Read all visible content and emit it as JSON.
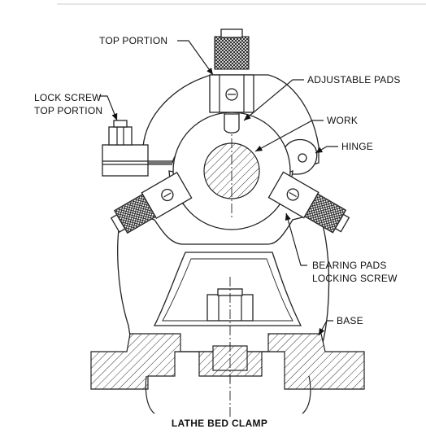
{
  "diagram": {
    "title": "LATHE BED CLAMP",
    "labels": {
      "top_portion": "TOP PORTION",
      "adjustable_pads": "ADJUSTABLE PADS",
      "lock_screw_line1": "LOCK SCREW",
      "lock_screw_line2": "TOP PORTION",
      "work": "WORK",
      "hinge": "HINGE",
      "bearing_pads_line1": "BEARING PADS",
      "bearing_pads_line2": "LOCKING SCREW",
      "base": "BASE"
    }
  }
}
